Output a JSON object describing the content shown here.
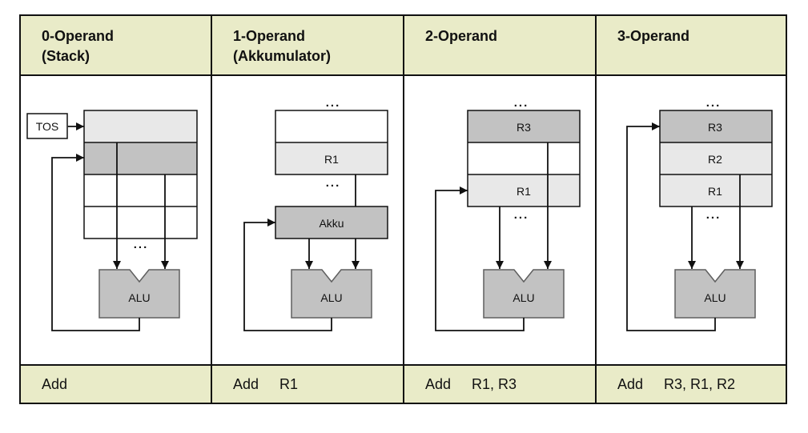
{
  "palette": {
    "header_bg": "#e9ebc8",
    "register_light": "#e8e8e8",
    "register_dark": "#c2c2c2",
    "alu_fill": "#c2c2c2",
    "alu_border": "#5f5f5f",
    "line_color": "#111111"
  },
  "ellipsis": "...",
  "columns": [
    {
      "header_line1": "0-Operand",
      "header_line2": "(Stack)",
      "tos_label": "TOS",
      "alu_label": "ALU",
      "instruction": {
        "mnemonic": "Add",
        "operands": ""
      }
    },
    {
      "header_line1": "1-Operand",
      "header_line2": "(Akkumulator)",
      "registers": [
        {
          "label": ""
        },
        {
          "label": "R1"
        }
      ],
      "akku_label": "Akku",
      "alu_label": "ALU",
      "instruction": {
        "mnemonic": "Add",
        "operands": "R1"
      }
    },
    {
      "header_line1": "2-Operand",
      "header_line2": "",
      "registers": [
        {
          "label": "R3"
        },
        {
          "label": ""
        },
        {
          "label": "R1"
        }
      ],
      "alu_label": "ALU",
      "instruction": {
        "mnemonic": "Add",
        "operands": "R1, R3"
      }
    },
    {
      "header_line1": "3-Operand",
      "header_line2": "",
      "registers": [
        {
          "label": "R3"
        },
        {
          "label": "R2"
        },
        {
          "label": "R1"
        }
      ],
      "alu_label": "ALU",
      "instruction": {
        "mnemonic": "Add",
        "operands": "R3, R1, R2"
      }
    }
  ]
}
